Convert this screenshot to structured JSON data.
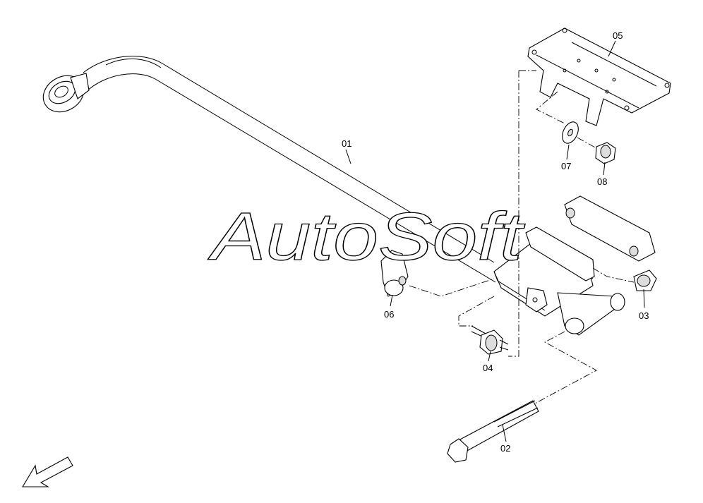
{
  "diagram": {
    "watermark": "AutoSoft",
    "parts": [
      {
        "id": "01",
        "name": "stabilizer-bar"
      },
      {
        "id": "02",
        "name": "bolt"
      },
      {
        "id": "03",
        "name": "bushing"
      },
      {
        "id": "04",
        "name": "stud"
      },
      {
        "id": "05",
        "name": "mounting-plate"
      },
      {
        "id": "06",
        "name": "bushing"
      },
      {
        "id": "07",
        "name": "washer"
      },
      {
        "id": "08",
        "name": "nut"
      }
    ]
  },
  "icons": {
    "direction_arrow": "arrow-down-left-icon"
  },
  "colors": {
    "line": "#000000",
    "background": "#ffffff"
  }
}
